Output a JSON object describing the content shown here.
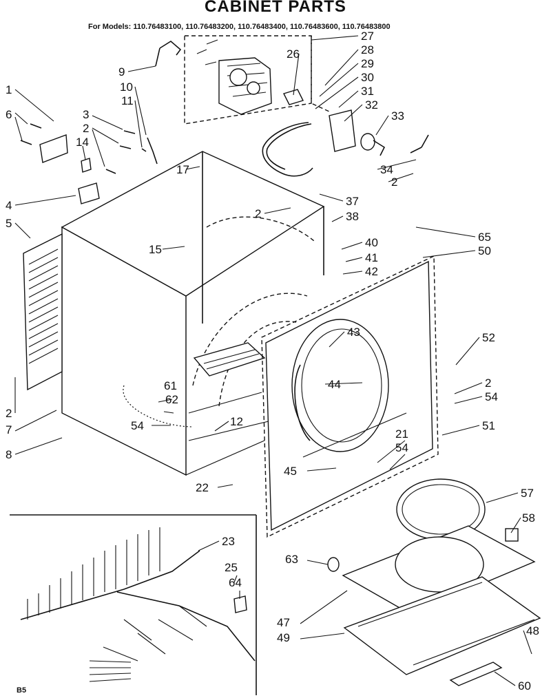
{
  "title": "CABINET PARTS",
  "models": "For Models: 110.76483100, 110.76483200, 110.76483400, 110.76483600, 110.76483800",
  "footer": "B5",
  "callouts": [
    "1",
    "2",
    "3",
    "4",
    "5",
    "6",
    "7",
    "8",
    "9",
    "10",
    "11",
    "12",
    "14",
    "15",
    "17",
    "21",
    "22",
    "23",
    "25",
    "26",
    "27",
    "28",
    "29",
    "30",
    "31",
    "32",
    "33",
    "34",
    "37",
    "38",
    "40",
    "41",
    "42",
    "43",
    "44",
    "45",
    "47",
    "48",
    "49",
    "50",
    "51",
    "52",
    "54",
    "57",
    "58",
    "60",
    "61",
    "62",
    "63",
    "64",
    "65"
  ]
}
